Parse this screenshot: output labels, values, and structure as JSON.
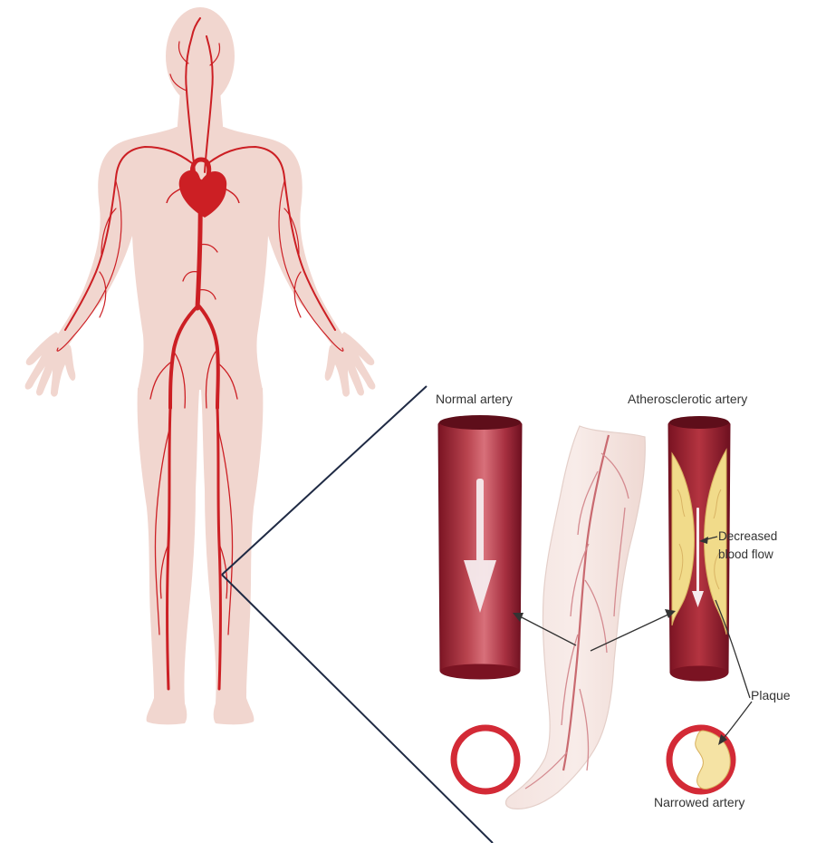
{
  "labels": {
    "normal_artery": "Normal artery",
    "atherosclerotic_artery": "Atherosclerotic artery",
    "decreased_line1": "Decreased",
    "decreased_line2": "blood flow",
    "plaque": "Plaque",
    "narrowed_artery": "Narrowed artery"
  },
  "colors": {
    "skin": "#f1d6cf",
    "skin_outline": "#e7c7be",
    "artery": "#cc1f24",
    "artery_dark": "#8e1a26",
    "plaque": "#f1db8a",
    "callout_line": "#1f2a44",
    "pointer_line": "#333333"
  },
  "icons": {
    "normal_arrow": "down-arrow-icon",
    "narrowed_arrow": "small-down-arrow-icon"
  }
}
